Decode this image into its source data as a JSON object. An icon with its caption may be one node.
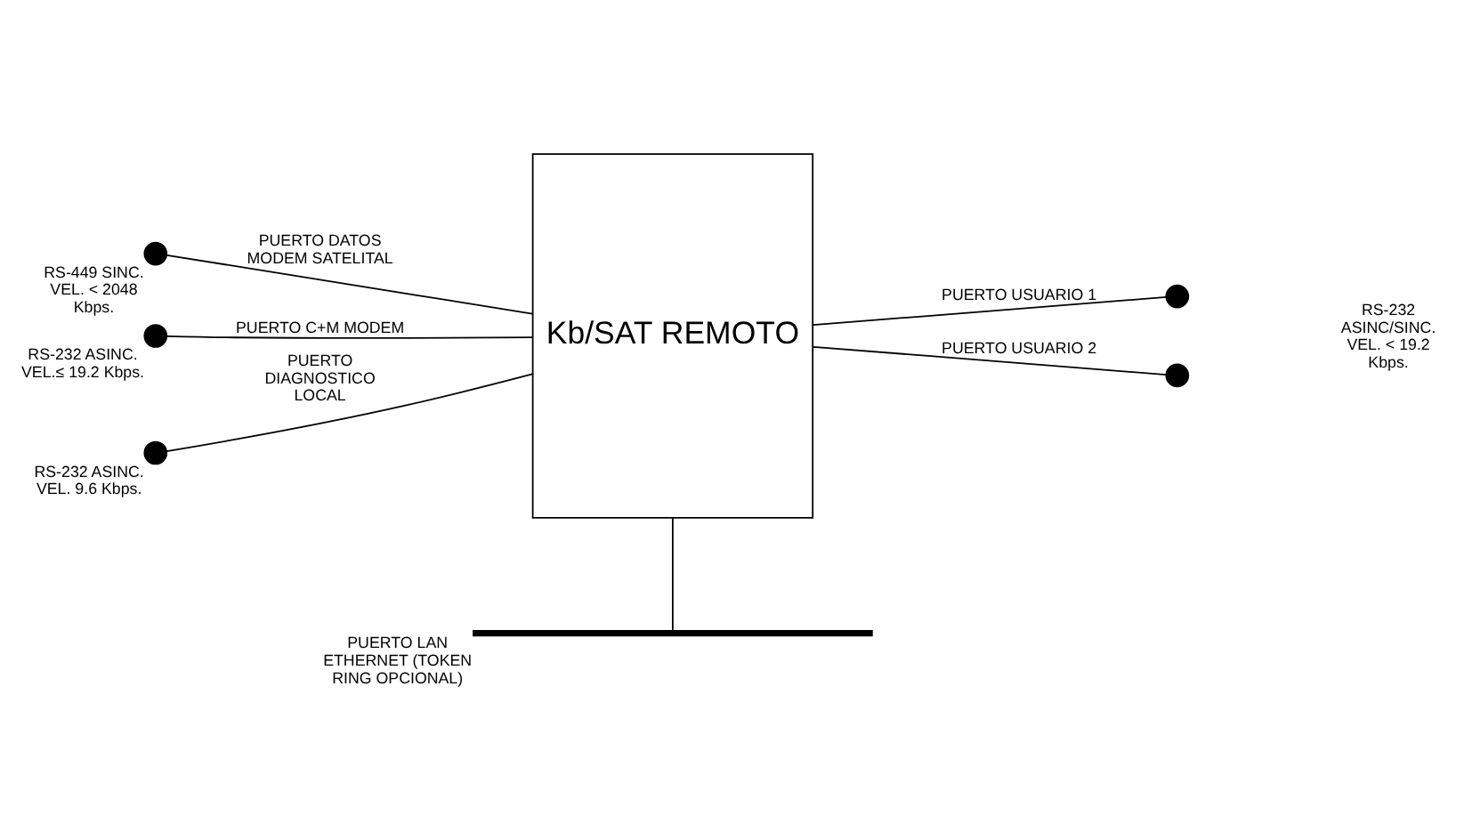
{
  "diagram": {
    "nodes": [
      {
        "text": [
          "Kb/SAT REMOTO"
        ]
      },
      {
        "text": [],
        "shape": "circle",
        "beside": [
          "RS-449 SINC. VEL. < 2048 Kbps."
        ]
      },
      {
        "text": [],
        "shape": "circle",
        "beside": [
          "RS-232 ASINC. VEL.≤ 19.2 Kbps."
        ]
      },
      {
        "text": [],
        "shape": "circle",
        "beside": [
          "RS-232 ASINC. VEL. 9.6 Kbps."
        ]
      },
      {
        "text": [],
        "shape": "circle"
      },
      {
        "text": [],
        "shape": "circle"
      },
      {
        "text": [],
        "shape": "bar",
        "beside": [
          "PUERTO LAN ETHERNET (TOKEN RING OPCIONAL)"
        ]
      }
    ],
    "edges": [
      {
        "from": 1,
        "to": 0,
        "arrow": "none",
        "label": "PUERTO DATOS MODEM SATELITAL"
      },
      {
        "from": 2,
        "to": 0,
        "arrow": "none",
        "label": "PUERTO C+M MODEM"
      },
      {
        "from": 3,
        "to": 0,
        "arrow": "none",
        "label": "PUERTO DIAGNOSTICO LOCAL"
      },
      {
        "from": 0,
        "to": 4,
        "arrow": "none",
        "label": "PUERTO USUARIO 1"
      },
      {
        "from": 0,
        "to": 5,
        "arrow": "none",
        "label": "PUERTO USUARIO 2"
      },
      {
        "from": 0,
        "to": 6,
        "arrow": "none"
      }
    ],
    "labels": [
      "RS-232 ASINC/SINC. VEL. < 19.2 Kbps."
    ]
  }
}
